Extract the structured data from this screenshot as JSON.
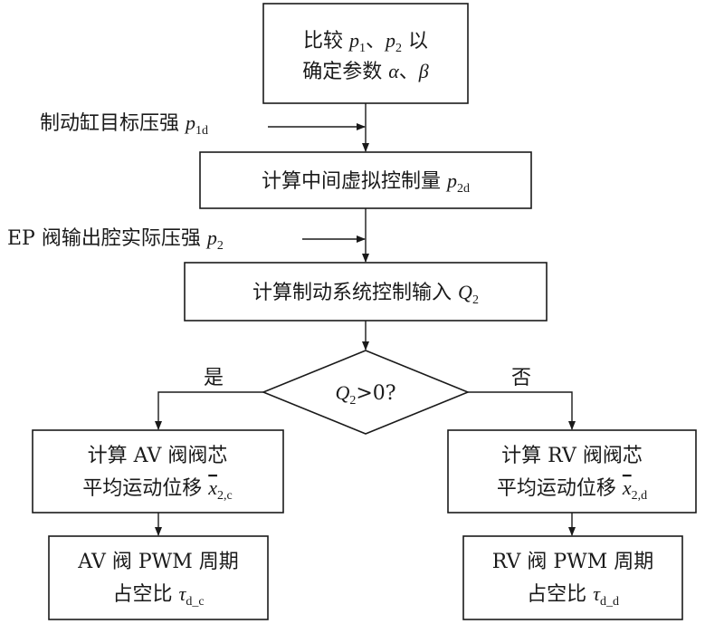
{
  "nodes": {
    "compare": {
      "line1": {
        "pre": "比较 ",
        "v1": "p",
        "s1": "1",
        "mid": "、",
        "v2": "p",
        "s2": "2",
        "post": " 以"
      },
      "line2": {
        "pre": "确定参数 ",
        "v1": "α",
        "mid": "、",
        "v2": "β"
      }
    },
    "virtual": {
      "pre": "计算中间虚拟控制量 ",
      "v": "p",
      "s": "2d"
    },
    "input": {
      "pre": "计算制动系统控制输入 ",
      "v": "Q",
      "s": "2"
    },
    "decision": {
      "v": "Q",
      "s": "2",
      "post": ">0?"
    },
    "av_disp": {
      "line1": "计算 AV 阀阀芯",
      "line2pre": "平均运动位移 ",
      "v": "x",
      "s": "2,c"
    },
    "rv_disp": {
      "line1": "计算 RV 阀阀芯",
      "line2pre": "平均运动位移 ",
      "v": "x",
      "s": "2,d"
    },
    "av_pwm": {
      "line1": "AV 阀 PWM 周期",
      "line2pre": "占空比 ",
      "v": "τ",
      "s": "d_c"
    },
    "rv_pwm": {
      "line1": "RV 阀 PWM 周期",
      "line2pre": "占空比 ",
      "v": "τ",
      "s": "d_d"
    }
  },
  "inputs": {
    "brake_target": {
      "pre": "制动缸目标压强 ",
      "v": "p",
      "s": "1d"
    },
    "ep_actual": {
      "pre": "EP 阀输出腔实际压强 ",
      "v": "p",
      "s": "2"
    }
  },
  "branches": {
    "yes": "是",
    "no": "否"
  }
}
